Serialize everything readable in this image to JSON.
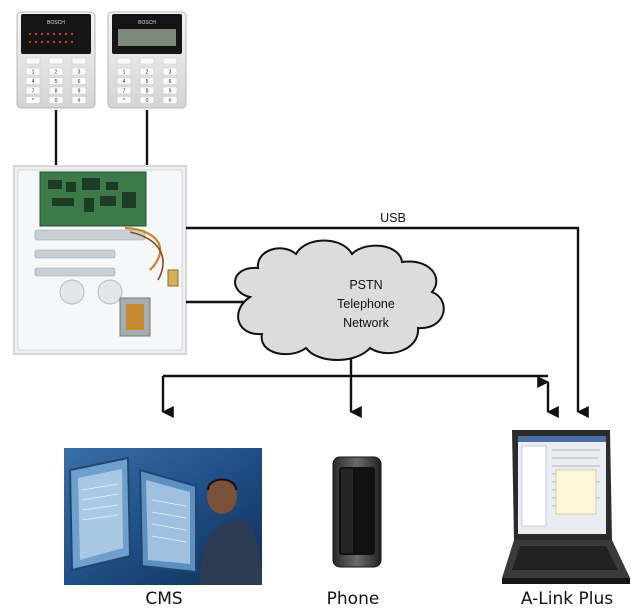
{
  "keypads": {
    "led_keypad": {
      "brand": "BOSCH",
      "keys": [
        "1",
        "2",
        "3",
        "4",
        "5",
        "6",
        "7",
        "8",
        "9",
        "*",
        "0",
        "#"
      ]
    },
    "lcd_keypad": {
      "brand": "BOSCH",
      "keys": [
        "1",
        "2",
        "3",
        "4",
        "5",
        "6",
        "7",
        "8",
        "9",
        "*",
        "0",
        "#"
      ]
    }
  },
  "links": {
    "usb_label": "USB"
  },
  "network": {
    "lines": [
      "PSTN",
      "Telephone",
      "Network"
    ]
  },
  "endpoints": {
    "cms_label": "CMS",
    "phone_label": "Phone",
    "alink_label": "A-Link Plus"
  },
  "colors": {
    "line": "#111111",
    "cloud_fill": "#dcdcdc",
    "keypad_body": "#e8e8e6",
    "keypad_screen": "#1a1a1a",
    "panel_body": "#eef0f2",
    "pcb": "#3d7a4a"
  },
  "icons": [
    "led-keypad-icon",
    "lcd-keypad-icon",
    "control-panel-icon",
    "cloud-icon",
    "operator-monitors-photo",
    "mobile-phone-icon",
    "laptop-icon"
  ]
}
